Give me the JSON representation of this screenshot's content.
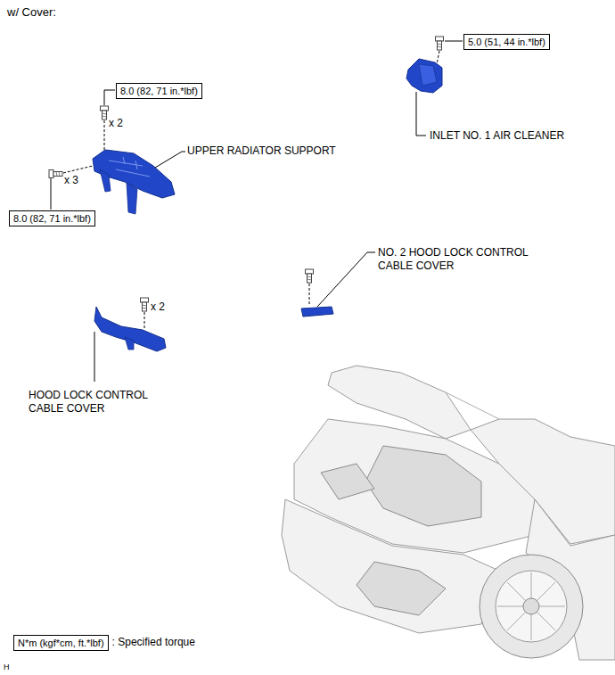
{
  "diagram": {
    "nodes": [
      {
        "text": [
          "5.0 (51, 44 in.*lbf)"
        ]
      },
      {
        "text": [
          "8.0 (82, 71 in.*lbf)"
        ]
      },
      {
        "text": [
          "8.0 (82, 71 in.*lbf)"
        ]
      },
      {
        "text": [
          "N*m (kgf*cm, ft.*lbf)"
        ]
      }
    ],
    "labels": [
      "w/ Cover:",
      "x 2",
      "x 3",
      "UPPER RADIATOR SUPPORT",
      "INLET NO. 1 AIR CLEANER",
      "NO. 2 HOOD LOCK CONTROL CABLE COVER",
      "x 2",
      "HOOD LOCK CONTROL CABLE COVER",
      ": Specified torque",
      "H"
    ]
  }
}
